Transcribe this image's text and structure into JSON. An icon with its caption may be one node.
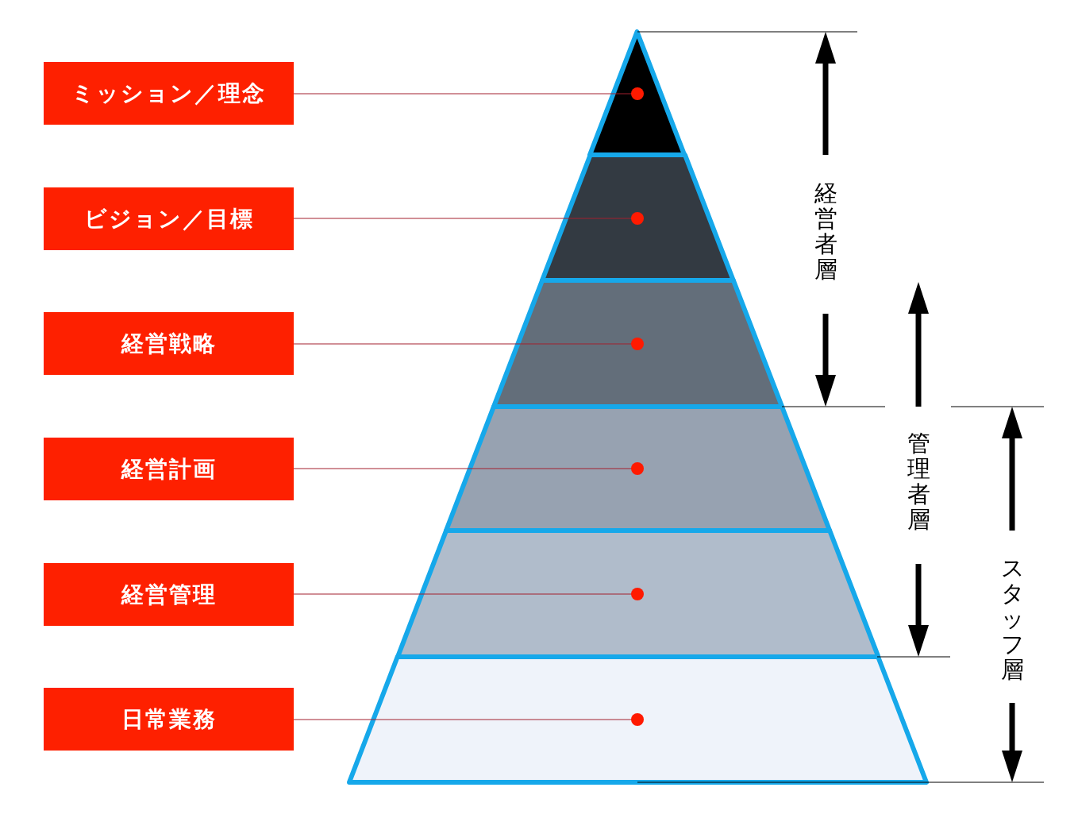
{
  "diagram": {
    "nodes": [
      {
        "text": [
          "ミッション／理念"
        ]
      },
      {
        "text": [
          "ビジョン／目標"
        ]
      },
      {
        "text": [
          "経営戦略"
        ]
      },
      {
        "text": [
          "経営計画"
        ]
      },
      {
        "text": [
          "経営管理"
        ]
      },
      {
        "text": [
          "日常業務"
        ]
      },
      {
        "text": [],
        "shape": "triangle"
      },
      {
        "text": [],
        "shape": "trapezoid"
      },
      {
        "text": [],
        "shape": "trapezoid"
      },
      {
        "text": [],
        "shape": "trapezoid"
      },
      {
        "text": [],
        "shape": "trapezoid"
      },
      {
        "text": [],
        "shape": "trapezoid"
      }
    ],
    "edges": [
      {
        "from": 0,
        "to": 6,
        "arrow": "other"
      },
      {
        "from": 1,
        "to": 7,
        "arrow": "other"
      },
      {
        "from": 2,
        "to": 8,
        "arrow": "other"
      },
      {
        "from": 3,
        "to": 9,
        "arrow": "other"
      },
      {
        "from": 4,
        "to": 10,
        "arrow": "other"
      },
      {
        "from": 5,
        "to": 11,
        "arrow": "other"
      }
    ],
    "labels": [
      "経営者層",
      "管理者層",
      "スタッフ層"
    ]
  }
}
